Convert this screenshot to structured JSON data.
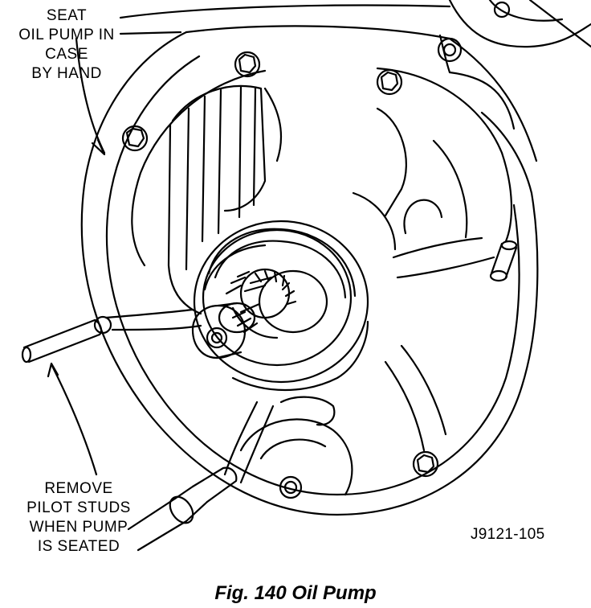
{
  "callouts": {
    "seat": [
      "SEAT",
      "OIL PUMP IN",
      "CASE",
      "BY HAND"
    ],
    "remove": [
      "REMOVE",
      "PILOT STUDS",
      "WHEN PUMP",
      "IS SEATED"
    ]
  },
  "drawing_code": "J9121-105",
  "caption": "Fig. 140 Oil Pump"
}
